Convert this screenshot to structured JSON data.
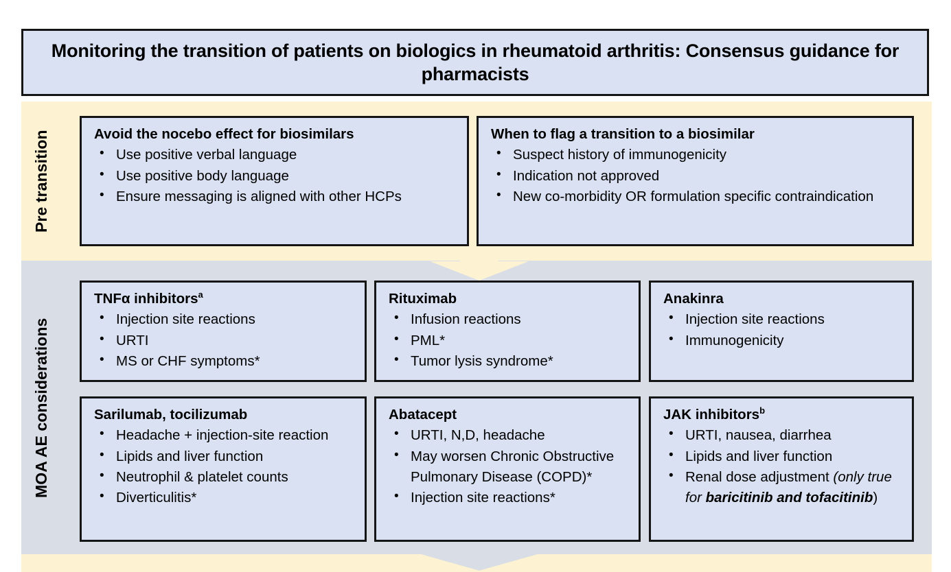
{
  "title": {
    "text": "Monitoring the transition of patients on biologics in rheumatoid arthritis: Consensus guidance for pharmacists"
  },
  "sections": {
    "pre_transition": {
      "side_label": "Pre transition",
      "cards": [
        {
          "heading": "Avoid the nocebo effect for biosimilars",
          "bullets": [
            "Use positive verbal language",
            "Use positive body language",
            "Ensure messaging is aligned with other HCPs"
          ]
        },
        {
          "heading": "When to flag a transition to a biosimilar",
          "bullets": [
            "Suspect history of immunogenicity",
            "Indication not approved",
            "New co-morbidity OR formulation specific contraindication"
          ]
        }
      ]
    },
    "moa_ae": {
      "side_label": "MOA AE considerations",
      "cards": [
        {
          "heading": "TNFα inhibitors",
          "heading_sup": "a",
          "bullets": [
            "Injection site reactions",
            "URTI",
            "MS or CHF symptoms*"
          ]
        },
        {
          "heading": "Rituximab",
          "heading_sup": "",
          "bullets": [
            "Infusion reactions",
            "PML*",
            "Tumor lysis syndrome*"
          ]
        },
        {
          "heading": "Anakinra",
          "heading_sup": "",
          "bullets": [
            "Injection site reactions",
            "Immunogenicity"
          ]
        },
        {
          "heading": "Sarilumab, tocilizumab",
          "heading_sup": "",
          "bullets": [
            "Headache + injection-site reaction",
            "Lipids and liver function",
            "Neutrophil & platelet counts",
            "Diverticulitis*"
          ]
        },
        {
          "heading": "Abatacept",
          "heading_sup": "",
          "bullets": [
            "URTI, N,D, headache",
            "May worsen Chronic Obstructive Pulmonary Disease (COPD)*",
            "Injection site reactions*"
          ]
        },
        {
          "heading": "JAK inhibitors",
          "heading_sup": "b",
          "bullets_rich": [
            {
              "plain": "URTI, nausea, diarrhea"
            },
            {
              "plain": "Lipids and liver function"
            },
            {
              "plain": "Renal dose adjustment ",
              "italic": "(only true for ",
              "italic_bold": "baricitinib and tofacitinib",
              "tail": ")"
            }
          ]
        }
      ]
    }
  },
  "arrows": {
    "mid_arrow": "down-arrow-pre-to-moa",
    "bottom_arrow": "down-arrow-moa-to-post"
  },
  "colors": {
    "card_fill": "#d9e1f2",
    "card_border": "#151515",
    "band_pre": "#fdf2d2",
    "band_moa": "#d9dde5",
    "arrow_mid_fill": "#fdf2d2",
    "arrow_bottom_fill": "#d9dde5"
  }
}
